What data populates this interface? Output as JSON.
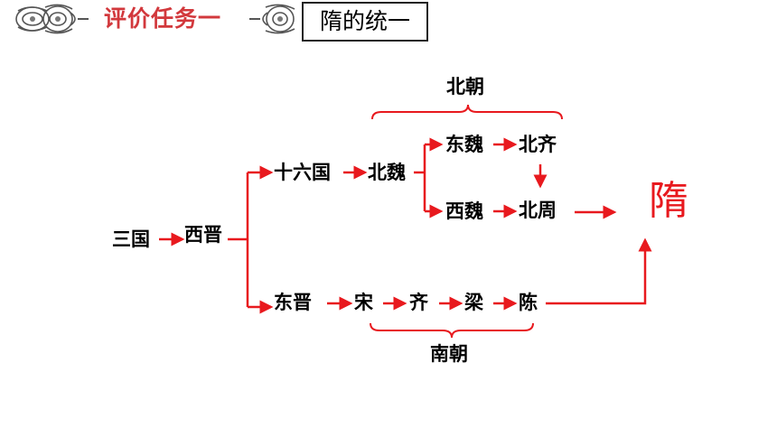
{
  "header": {
    "task_label": "评价任务一",
    "topic_title": "隋的统一"
  },
  "diagram": {
    "nodes": {
      "sanguo": "三国",
      "xijin": "西晋",
      "shiliuguo": "十六国",
      "beiwei": "北魏",
      "dongwei": "东魏",
      "beiqi": "北齐",
      "xiwei": "西魏",
      "beizhou": "北周",
      "dongjin": "东晋",
      "song": "宋",
      "qi": "齐",
      "liang": "梁",
      "chen": "陈",
      "sui": "隋"
    },
    "groups": {
      "north_dynasties": "北朝",
      "south_dynasties": "南朝"
    },
    "colors": {
      "arrow": "#e8191e",
      "text": "#000000",
      "accent": "#d2383c"
    }
  }
}
